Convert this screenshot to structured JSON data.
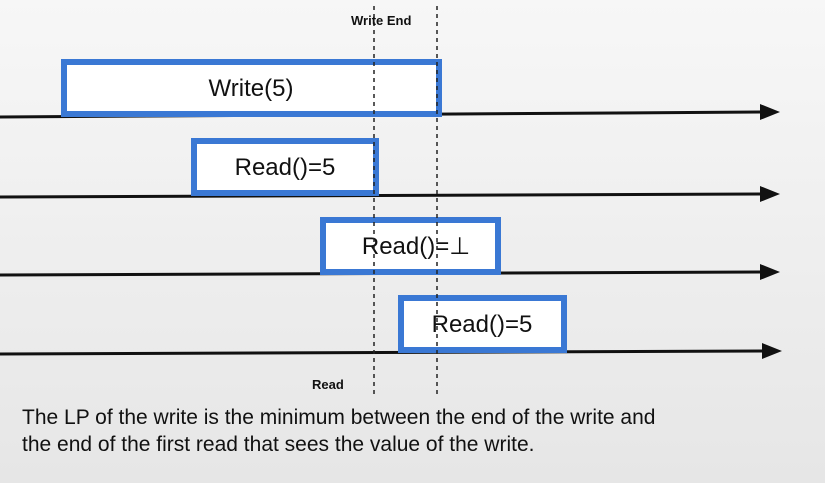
{
  "marker_labels": {
    "write_end": "Write End",
    "read": "Read"
  },
  "operations": [
    {
      "label": "Write(5)"
    },
    {
      "label": "Read()=5"
    },
    {
      "label": "Read()=⊥"
    },
    {
      "label": "Read()=5"
    }
  ],
  "caption": {
    "line1": "The LP of the write is the minimum between the end of the write and",
    "line2": "the end of the first read that sees the value of the write."
  },
  "colors": {
    "box_border": "#3a78d4",
    "box_fill": "#ffffff",
    "line": "#111111"
  }
}
